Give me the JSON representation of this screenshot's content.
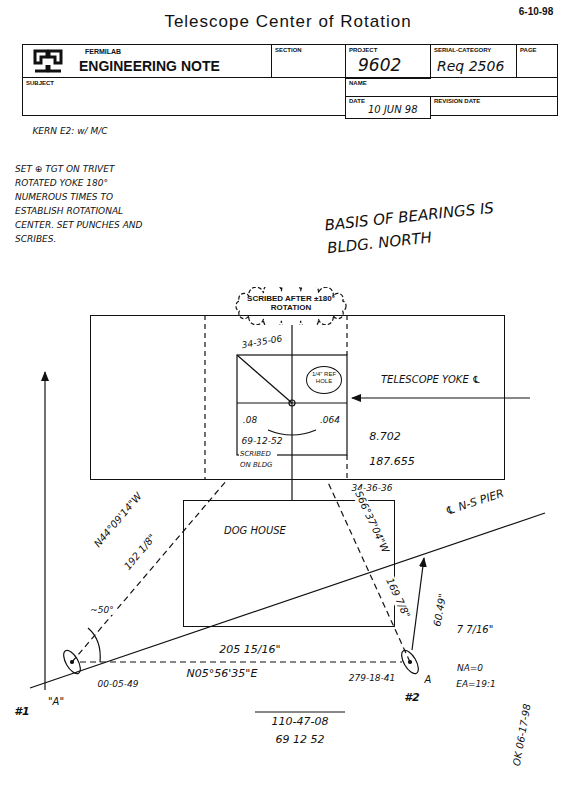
{
  "diagram": {
    "title": "Telescope Center of Rotation",
    "nodes": [
      {
        "text": [
          "FERMILAB",
          "ENGINEERING NOTE"
        ]
      },
      {
        "text": [
          "SECTION"
        ]
      },
      {
        "text": [
          "PROJECT",
          "9602"
        ]
      },
      {
        "text": [
          "SERIAL-CATEGORY",
          "Req 2506"
        ]
      },
      {
        "text": [
          "PAGE"
        ]
      },
      {
        "text": [
          "SUBJECT"
        ]
      },
      {
        "text": [
          "NAME"
        ]
      },
      {
        "text": [
          "DATE",
          "10 JUN 98"
        ]
      },
      {
        "text": [
          "REVISION DATE"
        ]
      },
      {
        "text": [
          "SCRIBED AFTER ±180° ROTATION"
        ]
      },
      {
        "text": [
          "TELESCOPE YOKE ℄"
        ]
      },
      {
        "text": [
          "1/4\" REF HOLE"
        ],
        "in": 10
      },
      {
        "text": [
          "DOG HOUSE"
        ]
      }
    ],
    "labels": [
      "6-10-98",
      "KERN E2: w/ M/C",
      "SET ⊕ TGT ON TRIVET ROTATED YOKE 180° NUMEROUS TIMES TO ESTABLISH ROTATIONAL CENTER. SET PUNCHES AND SCRIBES.",
      "BASIS OF BEARINGS IS BLDG. NORTH",
      "34-35-06",
      ".08",
      ".064",
      "8.702",
      "187.655",
      "69-12-52",
      "SCRIBED ON BLDG",
      "34-36-36",
      "N44°09'14\"W",
      "192 1/8\"",
      "S66°37'04\"W",
      "169 7/8\"",
      "~50°",
      "205 15/16\"",
      "N05°56'35\"E",
      "00-05-49",
      "279-18-41",
      "℄ N-S PIER",
      "60.49\"",
      "7 7/16\"",
      "NA=0",
      "EA=19:1",
      "#1",
      "\"A\"",
      "#2",
      "A",
      "110-47-08",
      "69 12 52",
      "OK 06-17-98"
    ]
  }
}
